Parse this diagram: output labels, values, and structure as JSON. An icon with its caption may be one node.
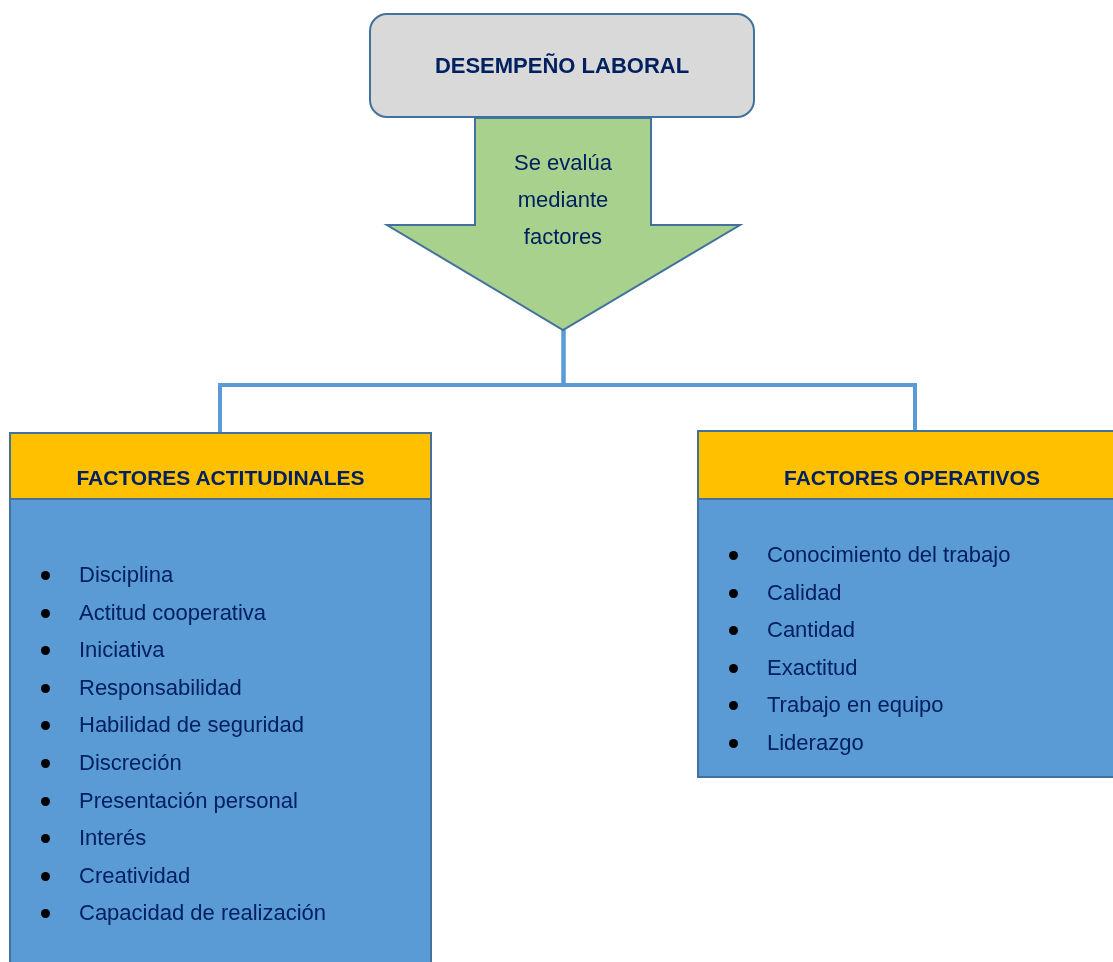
{
  "diagram": {
    "nodes": [
      {
        "text": [
          "DESEMPEÑO LABORAL"
        ]
      },
      {
        "text": [
          "Se evalúa mediante factores"
        ]
      },
      {
        "text": [
          "FACTORES ACTITUDINALES",
          "Disciplina",
          "Actitud cooperativa",
          "Iniciativa",
          "Responsabilidad",
          "Habilidad de seguridad",
          "Discreción",
          "Presentación personal",
          "Interés",
          "Creatividad",
          "Capacidad de realización"
        ]
      },
      {
        "text": [
          "FACTORES OPERATIVOS",
          "Conocimiento del trabajo",
          "Calidad",
          "Cantidad",
          "Exactitud",
          "Trabajo en equipo",
          "Liderazgo"
        ]
      }
    ],
    "edges": [
      {
        "from": 1,
        "to": 2,
        "arrow": "none"
      },
      {
        "from": 1,
        "to": 3,
        "arrow": "none"
      }
    ]
  }
}
